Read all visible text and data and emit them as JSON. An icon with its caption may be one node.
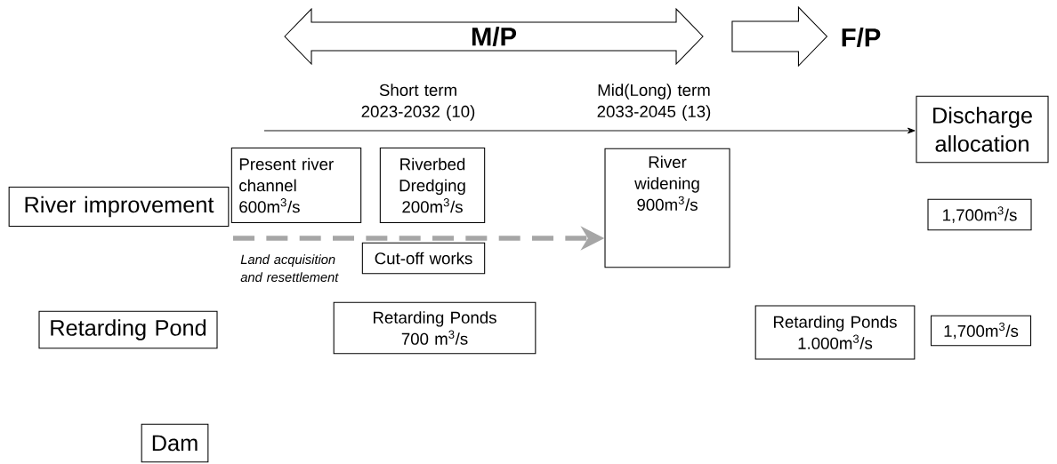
{
  "diagram": {
    "nodes": [
      {
        "text": [
          "M/P"
        ]
      },
      {
        "text": [
          "F/P"
        ]
      },
      {
        "text": [
          "Discharge allocation"
        ]
      },
      {
        "text": [
          "Present river channel 600m$^{3}$/s"
        ]
      },
      {
        "text": [
          "Riverbed Dredging 200m$^{3}$/s"
        ]
      },
      {
        "text": [
          "River widening 900m$^{3}$/s"
        ]
      },
      {
        "text": [
          "River improvement"
        ]
      },
      {
        "text": [
          "1,700m$^{3}$/s"
        ]
      },
      {
        "text": [
          "Cut-off works"
        ]
      },
      {
        "text": [
          "Retarding Ponds 700 m$^{3}$/s"
        ]
      },
      {
        "text": [
          "Retarding Pond"
        ]
      },
      {
        "text": [
          "Retarding Ponds 1.000m$^{3}$/s"
        ]
      },
      {
        "text": [
          "1,700m$^{3}$/s"
        ]
      },
      {
        "text": [
          "Dam"
        ]
      }
    ],
    "edges": [
      {
        "from": 0,
        "to": 1,
        "arrow": "to",
        "style": "thick"
      },
      {
        "from": null,
        "to": 2,
        "arrow": "to"
      },
      {
        "from": null,
        "to": 5,
        "arrow": "to",
        "style": "dashed",
        "color": "#a6a6a6",
        "label": "Land acquisition and resettlement"
      }
    ],
    "labels": [
      "Short term 2023-2032 (10)",
      "Mid(Long) term 2033-2045 (13)"
    ]
  }
}
